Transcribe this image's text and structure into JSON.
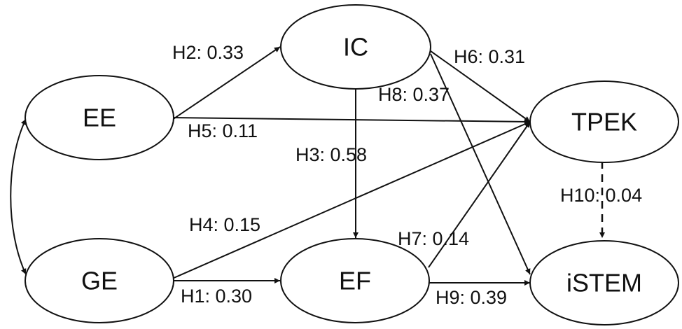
{
  "nodes": {
    "ee": "EE",
    "ge": "GE",
    "ic": "IC",
    "ef": "EF",
    "tpek": "TPEK",
    "istem": "iSTEM"
  },
  "paths": {
    "h1": "H1: 0.30",
    "h2": "H2: 0.33",
    "h3": "H3: 0.58",
    "h4": "H4: 0.15",
    "h5": "H5: 0.11",
    "h6": "H6: 0.31",
    "h7": "H7: 0.14",
    "h8": "H8: 0.37",
    "h9": "H9: 0.39",
    "h10": "H10: 0.04"
  }
}
